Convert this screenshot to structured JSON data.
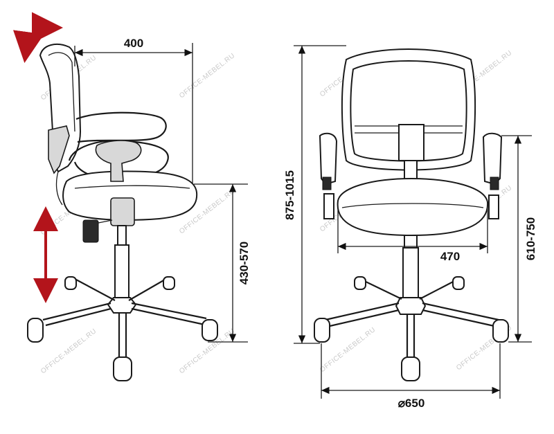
{
  "dimensions": {
    "depth": "400",
    "seat_height": "430-570",
    "total_height": "875-1015",
    "seat_width": "470",
    "armrest_height": "610-750",
    "base_diameter": "⌀650"
  },
  "watermark": "OFFICE-MEBEL.RU",
  "colors": {
    "line": "#1a1a1a",
    "arrow_red": "#b3141b",
    "watermark": "#c9c9c9"
  }
}
